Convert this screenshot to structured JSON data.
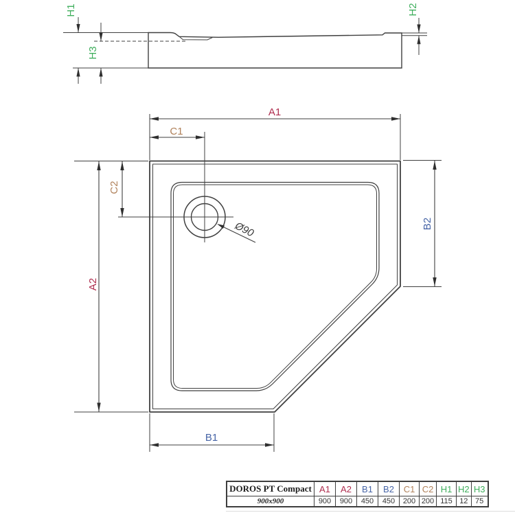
{
  "drawing": {
    "side_view_labels": {
      "h1": "H1",
      "h2": "H2",
      "h3": "H3"
    },
    "plan_labels": {
      "a1": "A1",
      "a2": "A2",
      "b1": "B1",
      "b2": "B2",
      "c1": "C1",
      "c2": "C2"
    },
    "drain_label": "Ø90"
  },
  "colors": {
    "dim_a": "#ae2d4e",
    "dim_b": "#4664a6",
    "dim_c": "#b0815a",
    "dim_h": "#3fae5c",
    "drawing_line": "#3f3f3f",
    "table_text": "#333333"
  },
  "table": {
    "product_name": "DOROS PT Compact",
    "size_label": "900x900",
    "headers": [
      "A1",
      "A2",
      "B1",
      "B2",
      "C1",
      "C2",
      "H1",
      "H2",
      "H3"
    ],
    "values": [
      "900",
      "900",
      "450",
      "450",
      "200",
      "200",
      "115",
      "12",
      "75"
    ]
  }
}
